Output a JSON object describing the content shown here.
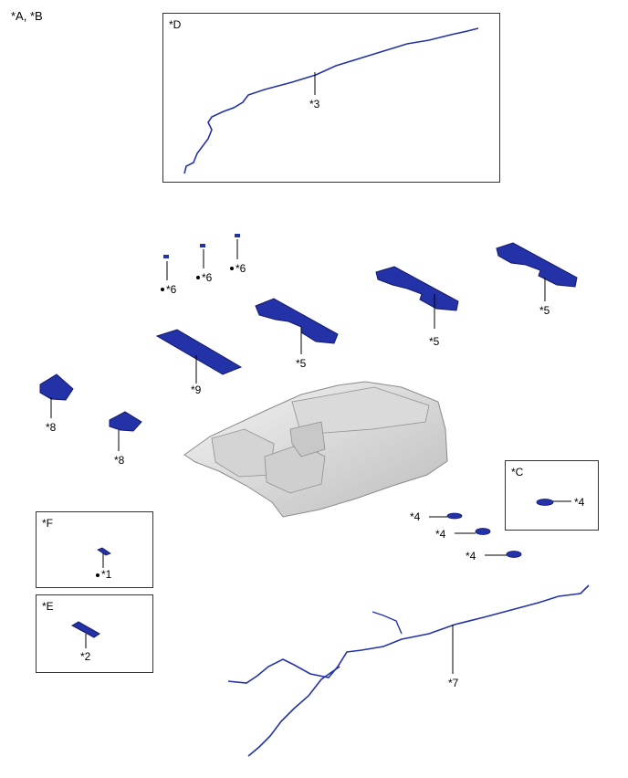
{
  "header": {
    "variants": "*A, *B"
  },
  "insets": {
    "d": {
      "tag": "*D"
    },
    "c": {
      "tag": "*C"
    },
    "f": {
      "tag": "*F"
    },
    "e": {
      "tag": "*E"
    }
  },
  "callouts": {
    "p1": "*1",
    "p2": "*2",
    "p3": "*3",
    "p4": "*4",
    "p5": "*5",
    "p6": "*6",
    "p7": "*7",
    "p8": "*8",
    "p9": "*9"
  },
  "colors": {
    "part": "#2432a8",
    "part_dark": "#13186b",
    "floor": "#e2e2e2",
    "leader": "#000000"
  }
}
